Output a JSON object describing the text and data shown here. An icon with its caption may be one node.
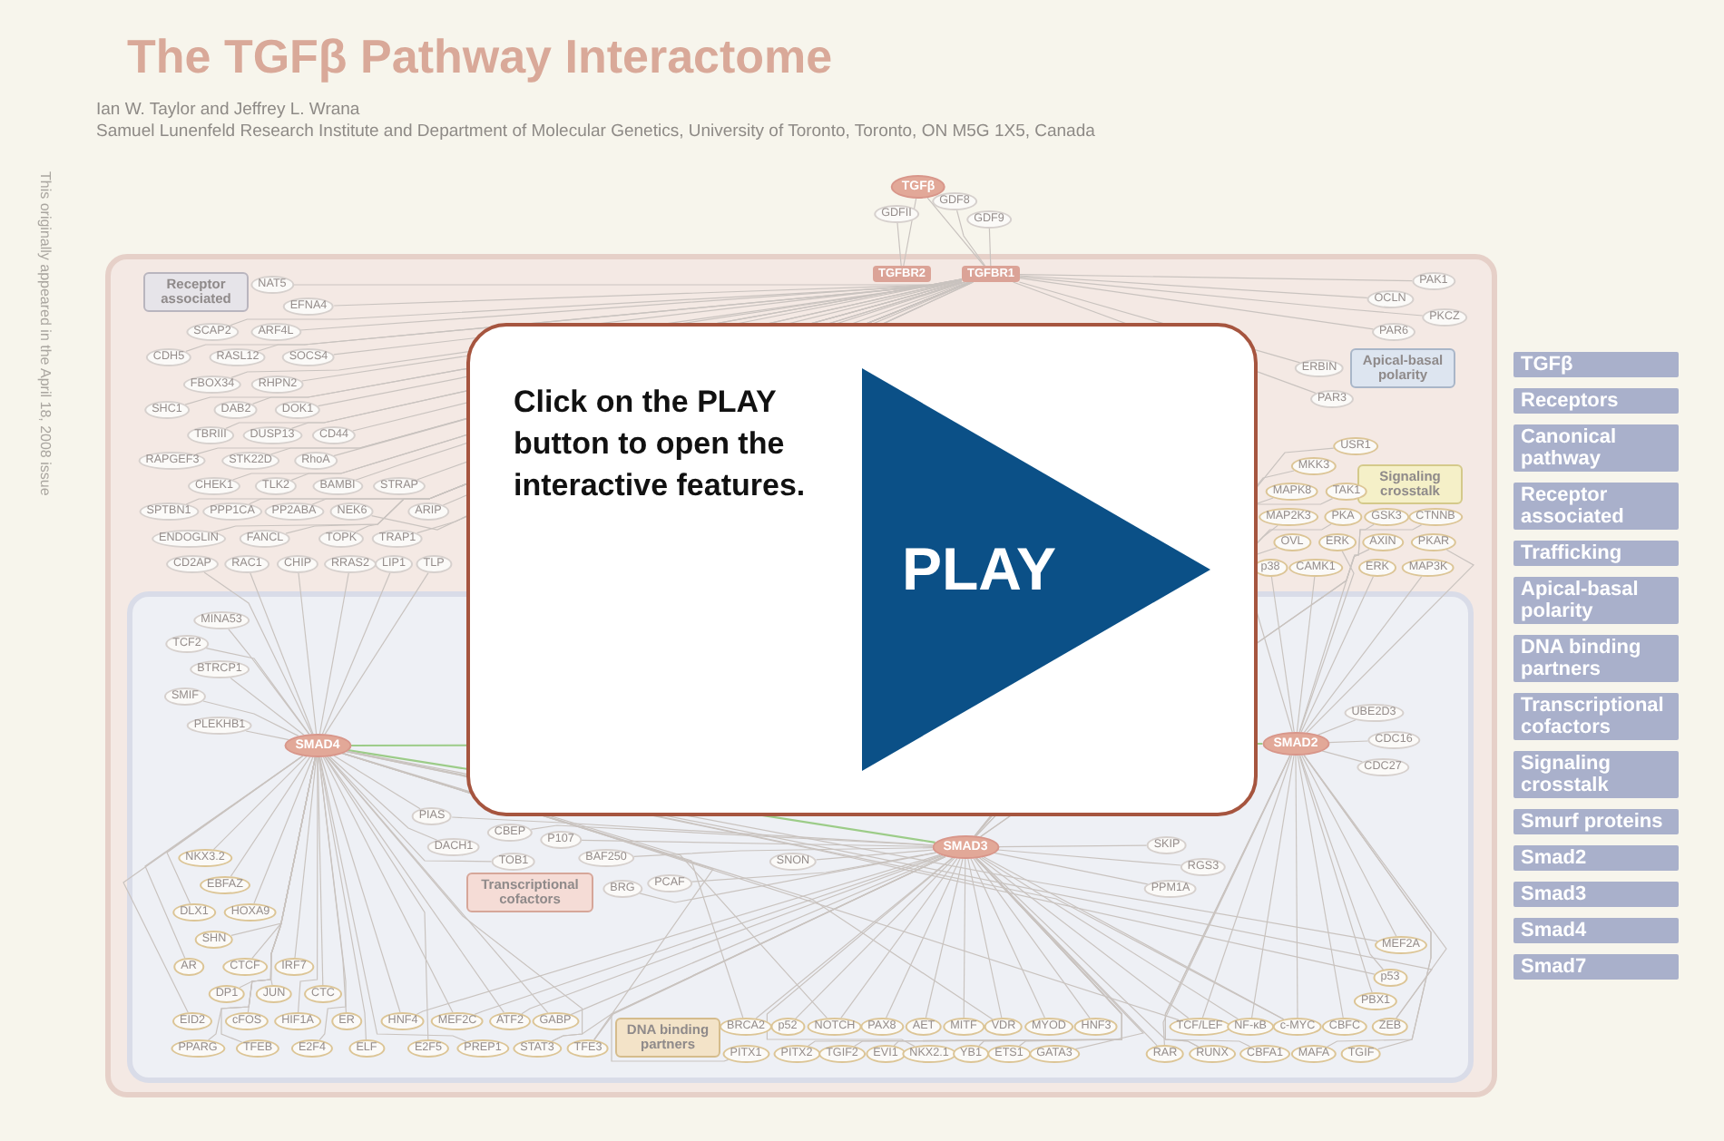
{
  "diagram": {
    "title": "The TGFβ Pathway Interactome",
    "nodes": [
      {
        "text": [],
        "shape": "box"
      },
      {
        "text": [
          "TGFβ"
        ]
      },
      {
        "text": [
          "GDFII"
        ]
      },
      {
        "text": [
          "GDF8"
        ]
      },
      {
        "text": [
          "GDF9"
        ]
      },
      {
        "text": [
          "TGFBR2"
        ],
        "in": 0
      },
      {
        "text": [
          "TGFBR1"
        ],
        "in": 0
      },
      {
        "text": [
          "Receptor associated"
        ],
        "in": 0
      },
      {
        "text": [
          "NAT5"
        ],
        "in": 0
      },
      {
        "text": [
          "EFNA4"
        ],
        "in": 0
      },
      {
        "text": [
          "SCAP2"
        ],
        "in": 0
      },
      {
        "text": [
          "ARF4L"
        ],
        "in": 0
      },
      {
        "text": [
          "CDH5"
        ],
        "in": 0
      },
      {
        "text": [
          "RASL12"
        ],
        "in": 0
      },
      {
        "text": [
          "SOCS4"
        ],
        "in": 0
      },
      {
        "text": [
          "FBOX34"
        ],
        "in": 0
      },
      {
        "text": [
          "RHPN2"
        ],
        "in": 0
      },
      {
        "text": [
          "SHC1"
        ],
        "in": 0
      },
      {
        "text": [
          "DAB2"
        ],
        "in": 0
      },
      {
        "text": [
          "DOK1"
        ],
        "in": 0
      },
      {
        "text": [
          "TBRIII"
        ],
        "in": 0
      },
      {
        "text": [
          "DUSP13"
        ],
        "in": 0
      },
      {
        "text": [
          "CD44"
        ],
        "in": 0
      },
      {
        "text": [
          "RAPGEF3"
        ],
        "in": 0
      },
      {
        "text": [
          "STK22D"
        ],
        "in": 0
      },
      {
        "text": [
          "RhoA"
        ],
        "in": 0
      },
      {
        "text": [
          "CHEK1"
        ],
        "in": 0
      },
      {
        "text": [
          "TLK2"
        ],
        "in": 0
      },
      {
        "text": [
          "BAMBI"
        ],
        "in": 0
      },
      {
        "text": [
          "STRAP"
        ],
        "in": 0
      },
      {
        "text": [
          "SPTBN1"
        ],
        "in": 0
      },
      {
        "text": [
          "PPP1CA"
        ],
        "in": 0
      },
      {
        "text": [
          "PP2ABA"
        ],
        "in": 0
      },
      {
        "text": [
          "NEK6"
        ],
        "in": 0
      },
      {
        "text": [
          "ARIP"
        ],
        "in": 0
      },
      {
        "text": [
          "ENDOGLIN"
        ],
        "in": 0
      },
      {
        "text": [
          "FANCL"
        ],
        "in": 0
      },
      {
        "text": [
          "TOPK"
        ],
        "in": 0
      },
      {
        "text": [
          "TRAP1"
        ],
        "in": 0
      },
      {
        "text": [
          "CD2AP"
        ],
        "in": 0
      },
      {
        "text": [
          "RAC1"
        ],
        "in": 0
      },
      {
        "text": [
          "CHIP"
        ],
        "in": 0
      },
      {
        "text": [
          "RRAS2"
        ],
        "in": 0
      },
      {
        "text": [
          "LIP1"
        ],
        "in": 0
      },
      {
        "text": [
          "TLP"
        ],
        "in": 0
      },
      {
        "text": [
          "PAK1"
        ],
        "in": 0
      },
      {
        "text": [
          "OCLN"
        ],
        "in": 0
      },
      {
        "text": [
          "PKCZ"
        ],
        "in": 0
      },
      {
        "text": [
          "PAR6"
        ],
        "in": 0
      },
      {
        "text": [
          "Apical-basal polarity"
        ],
        "in": 0
      },
      {
        "text": [
          "ERBIN"
        ],
        "in": 0
      },
      {
        "text": [
          "PAR3"
        ],
        "in": 0
      },
      {
        "text": [
          "USR1"
        ],
        "in": 0
      },
      {
        "text": [
          "MKK3"
        ],
        "in": 0
      },
      {
        "text": [
          "Signaling crosstalk"
        ],
        "in": 0
      },
      {
        "text": [
          "MAPK8"
        ],
        "in": 0
      },
      {
        "text": [
          "TAK1"
        ],
        "in": 0
      },
      {
        "text": [
          "MAP2K3"
        ],
        "in": 0
      },
      {
        "text": [
          "PKA"
        ],
        "in": 0
      },
      {
        "text": [
          "GSK3"
        ],
        "in": 0
      },
      {
        "text": [
          "CTNNB"
        ],
        "in": 0
      },
      {
        "text": [
          "OVL"
        ],
        "in": 0
      },
      {
        "text": [
          "ERK"
        ],
        "in": 0
      },
      {
        "text": [
          "AXIN"
        ],
        "in": 0
      },
      {
        "text": [
          "PKAR"
        ],
        "in": 0
      },
      {
        "text": [
          "p38"
        ],
        "in": 0
      },
      {
        "text": [
          "CAMK1"
        ],
        "in": 0
      },
      {
        "text": [
          "ERK"
        ],
        "in": 0
      },
      {
        "text": [
          "MAP3K"
        ],
        "in": 0
      },
      {
        "text": [],
        "shape": "box",
        "in": 0
      },
      {
        "text": [
          "MINA53"
        ],
        "in": 69
      },
      {
        "text": [
          "TCF2"
        ],
        "in": 69
      },
      {
        "text": [
          "BTRCP1"
        ],
        "in": 69
      },
      {
        "text": [
          "SMIF"
        ],
        "in": 69
      },
      {
        "text": [
          "PLEKHB1"
        ],
        "in": 69
      },
      {
        "text": [
          "SMAD4"
        ],
        "in": 69
      },
      {
        "text": [
          "SMAD2"
        ],
        "in": 69
      },
      {
        "text": [
          "UBE2D3"
        ],
        "in": 69
      },
      {
        "text": [
          "CDC16"
        ],
        "in": 69
      },
      {
        "text": [
          "CDC27"
        ],
        "in": 69
      },
      {
        "text": [
          "PIAS"
        ],
        "in": 69
      },
      {
        "text": [
          "CBEP"
        ],
        "in": 69
      },
      {
        "text": [
          "DACH1"
        ],
        "in": 69
      },
      {
        "text": [
          "TOB1"
        ],
        "in": 69
      },
      {
        "text": [
          "P107"
        ],
        "in": 69
      },
      {
        "text": [
          "BAF250"
        ],
        "in": 69
      },
      {
        "text": [
          "SNON"
        ],
        "in": 69
      },
      {
        "text": [
          "SMAD3"
        ],
        "in": 69
      },
      {
        "text": [
          "SKIP"
        ],
        "in": 69
      },
      {
        "text": [
          "RGS3"
        ],
        "in": 69
      },
      {
        "text": [
          "PPM1A"
        ],
        "in": 69
      },
      {
        "text": [
          "Transcriptional cofactors"
        ],
        "in": 69
      },
      {
        "text": [
          "BRG"
        ],
        "in": 69
      },
      {
        "text": [
          "PCAF"
        ],
        "in": 69
      },
      {
        "text": [
          "NKX3.2"
        ],
        "in": 69
      },
      {
        "text": [
          "EBFAZ"
        ],
        "in": 69
      },
      {
        "text": [
          "DLX1"
        ],
        "in": 69
      },
      {
        "text": [
          "HOXA9"
        ],
        "in": 69
      },
      {
        "text": [
          "SHN"
        ],
        "in": 69
      },
      {
        "text": [
          "MEF2A"
        ],
        "in": 69
      },
      {
        "text": [
          "p53"
        ],
        "in": 69
      },
      {
        "text": [
          "PBX1"
        ],
        "in": 69
      },
      {
        "text": [
          "AR"
        ],
        "in": 69
      },
      {
        "text": [
          "CTCF"
        ],
        "in": 69
      },
      {
        "text": [
          "IRF7"
        ],
        "in": 69
      },
      {
        "text": [
          "DP1"
        ],
        "in": 69
      },
      {
        "text": [
          "JUN"
        ],
        "in": 69
      },
      {
        "text": [
          "CTC"
        ],
        "in": 69
      },
      {
        "text": [
          "EID2"
        ],
        "in": 69
      },
      {
        "text": [
          "cFOS"
        ],
        "in": 69
      },
      {
        "text": [
          "HIF1A"
        ],
        "in": 69
      },
      {
        "text": [
          "ER"
        ],
        "in": 69
      },
      {
        "text": [
          "HNF4"
        ],
        "in": 69
      },
      {
        "text": [
          "MEF2C"
        ],
        "in": 69
      },
      {
        "text": [
          "ATF2"
        ],
        "in": 69
      },
      {
        "text": [
          "GABP"
        ],
        "in": 69
      },
      {
        "text": [
          "DNA binding partners"
        ],
        "in": 69
      },
      {
        "text": [
          "BRCA2"
        ],
        "in": 69
      },
      {
        "text": [
          "p52"
        ],
        "in": 69
      },
      {
        "text": [
          "NOTCH"
        ],
        "in": 69
      },
      {
        "text": [
          "PAX8"
        ],
        "in": 69
      },
      {
        "text": [
          "AET"
        ],
        "in": 69
      },
      {
        "text": [
          "MITF"
        ],
        "in": 69
      },
      {
        "text": [
          "VDR"
        ],
        "in": 69
      },
      {
        "text": [
          "MYOD"
        ],
        "in": 69
      },
      {
        "text": [
          "HNF3"
        ],
        "in": 69
      },
      {
        "text": [
          "TCF/LEF"
        ],
        "in": 69
      },
      {
        "text": [
          "NF-κB"
        ],
        "in": 69
      },
      {
        "text": [
          "c-MYC"
        ],
        "in": 69
      },
      {
        "text": [
          "CBFC"
        ],
        "in": 69
      },
      {
        "text": [
          "ZEB"
        ],
        "in": 69
      },
      {
        "text": [
          "PPARG"
        ],
        "in": 69
      },
      {
        "text": [
          "TFEB"
        ],
        "in": 69
      },
      {
        "text": [
          "E2F4"
        ],
        "in": 69
      },
      {
        "text": [
          "ELF"
        ],
        "in": 69
      },
      {
        "text": [
          "E2F5"
        ],
        "in": 69
      },
      {
        "text": [
          "PREP1"
        ],
        "in": 69
      },
      {
        "text": [
          "STAT3"
        ],
        "in": 69
      },
      {
        "text": [
          "TFE3"
        ],
        "in": 69
      },
      {
        "text": [
          "PITX1"
        ],
        "in": 69
      },
      {
        "text": [
          "PITX2"
        ],
        "in": 69
      },
      {
        "text": [
          "TGIF2"
        ],
        "in": 69
      },
      {
        "text": [
          "EVI1"
        ],
        "in": 69
      },
      {
        "text": [
          "NKX2.1"
        ],
        "in": 69
      },
      {
        "text": [
          "YB1"
        ],
        "in": 69
      },
      {
        "text": [
          "ETS1"
        ],
        "in": 69
      },
      {
        "text": [
          "GATA3"
        ],
        "in": 69
      },
      {
        "text": [
          "RAR"
        ],
        "in": 69
      },
      {
        "text": [
          "RUNX"
        ],
        "in": 69
      },
      {
        "text": [
          "CBFA1"
        ],
        "in": 69
      },
      {
        "text": [
          "MAFA"
        ],
        "in": 69
      },
      {
        "text": [
          "TGIF"
        ],
        "in": 69
      }
    ],
    "edges": [
      {
        "from": 1,
        "to": 5,
        "arrow": "none"
      },
      {
        "from": 1,
        "to": 6,
        "arrow": "none"
      },
      {
        "from": 2,
        "to": 5,
        "arrow": "none"
      },
      {
        "from": 3,
        "to": 6,
        "arrow": "none"
      },
      {
        "from": 4,
        "to": 6,
        "arrow": "none"
      },
      {
        "from": 8,
        "to": 6,
        "arrow": "none"
      },
      {
        "from": 9,
        "to": 6,
        "arrow": "none"
      },
      {
        "from": 10,
        "to": 6,
        "arrow": "none"
      },
      {
        "from": 11,
        "to": 6,
        "arrow": "none"
      },
      {
        "from": 12,
        "to": 6,
        "arrow": "none"
      },
      {
        "from": 13,
        "to": 6,
        "arrow": "none"
      },
      {
        "from": 14,
        "to": 6,
        "arrow": "none"
      },
      {
        "from": 15,
        "to": 6,
        "arrow": "none"
      },
      {
        "from": 16,
        "to": 6,
        "arrow": "none"
      },
      {
        "from": 17,
        "to": 6,
        "arrow": "none"
      },
      {
        "from": 18,
        "to": 6,
        "arrow": "none"
      },
      {
        "from": 19,
        "to": 6,
        "arrow": "none"
      },
      {
        "from": 20,
        "to": 6,
        "arrow": "none"
      },
      {
        "from": 21,
        "to": 6,
        "arrow": "none"
      },
      {
        "from": 22,
        "to": 6,
        "arrow": "none"
      },
      {
        "from": 23,
        "to": 6,
        "arrow": "none"
      },
      {
        "from": 24,
        "to": 6,
        "arrow": "none"
      },
      {
        "from": 25,
        "to": 6,
        "arrow": "none"
      },
      {
        "from": 26,
        "to": 6,
        "arrow": "none"
      },
      {
        "from": 27,
        "to": 6,
        "arrow": "none"
      },
      {
        "from": 28,
        "to": 6,
        "arrow": "none"
      },
      {
        "from": 29,
        "to": 6,
        "arrow": "none"
      },
      {
        "from": 30,
        "to": 6,
        "arrow": "none"
      },
      {
        "from": 31,
        "to": 6,
        "arrow": "none"
      },
      {
        "from": 32,
        "to": 6,
        "arrow": "none"
      },
      {
        "from": 33,
        "to": 6,
        "arrow": "none"
      },
      {
        "from": 34,
        "to": 6,
        "arrow": "none"
      },
      {
        "from": 35,
        "to": 6,
        "arrow": "none"
      },
      {
        "from": 36,
        "to": 6,
        "arrow": "none"
      },
      {
        "from": 37,
        "to": 6,
        "arrow": "none"
      },
      {
        "from": 38,
        "to": 6,
        "arrow": "none"
      },
      {
        "from": 39,
        "to": 75,
        "arrow": "none"
      },
      {
        "from": 40,
        "to": 75,
        "arrow": "none"
      },
      {
        "from": 41,
        "to": 75,
        "arrow": "none"
      },
      {
        "from": 42,
        "to": 75,
        "arrow": "none"
      },
      {
        "from": 43,
        "to": 75,
        "arrow": "none"
      },
      {
        "from": 44,
        "to": 75,
        "arrow": "none"
      },
      {
        "from": 45,
        "to": 6,
        "arrow": "none"
      },
      {
        "from": 46,
        "to": 6,
        "arrow": "none"
      },
      {
        "from": 47,
        "to": 6,
        "arrow": "none"
      },
      {
        "from": 48,
        "to": 6,
        "arrow": "none"
      },
      {
        "from": 50,
        "to": 6,
        "arrow": "none"
      },
      {
        "from": 51,
        "to": 6,
        "arrow": "none"
      },
      {
        "from": 52,
        "to": 87,
        "arrow": "none"
      },
      {
        "from": 53,
        "to": 87,
        "arrow": "none"
      },
      {
        "from": 55,
        "to": 87,
        "arrow": "none"
      },
      {
        "from": 56,
        "to": 87,
        "arrow": "none"
      },
      {
        "from": 57,
        "to": 87,
        "arrow": "none"
      },
      {
        "from": 58,
        "to": 87,
        "arrow": "none"
      },
      {
        "from": 59,
        "to": 87,
        "arrow": "none"
      },
      {
        "from": 60,
        "to": 87,
        "arrow": "none"
      },
      {
        "from": 61,
        "to": 76,
        "arrow": "none"
      },
      {
        "from": 62,
        "to": 76,
        "arrow": "none"
      },
      {
        "from": 63,
        "to": 76,
        "arrow": "none"
      },
      {
        "from": 64,
        "to": 76,
        "arrow": "none"
      },
      {
        "from": 65,
        "to": 76,
        "arrow": "none"
      },
      {
        "from": 66,
        "to": 76,
        "arrow": "none"
      },
      {
        "from": 67,
        "to": 76,
        "arrow": "none"
      },
      {
        "from": 68,
        "to": 76,
        "arrow": "none"
      },
      {
        "from": 70,
        "to": 75,
        "arrow": "none"
      },
      {
        "from": 71,
        "to": 75,
        "arrow": "none"
      },
      {
        "from": 72,
        "to": 75,
        "arrow": "none"
      },
      {
        "from": 73,
        "to": 75,
        "arrow": "none"
      },
      {
        "from": 74,
        "to": 75,
        "arrow": "none"
      },
      {
        "from": 75,
        "to": 76,
        "arrow": "none",
        "color": "#9ccc88"
      },
      {
        "from": 75,
        "to": 87,
        "arrow": "none",
        "color": "#9ccc88"
      },
      {
        "from": 76,
        "to": 77,
        "arrow": "none"
      },
      {
        "from": 76,
        "to": 78,
        "arrow": "none"
      },
      {
        "from": 76,
        "to": 79,
        "arrow": "none"
      },
      {
        "from": 76,
        "to": 99,
        "arrow": "none"
      },
      {
        "from": 76,
        "to": 100,
        "arrow": "none"
      },
      {
        "from": 76,
        "to": 101,
        "arrow": "none"
      },
      {
        "from": 76,
        "to": 126,
        "arrow": "none"
      },
      {
        "from": 76,
        "to": 127,
        "arrow": "none"
      },
      {
        "from": 76,
        "to": 128,
        "arrow": "none"
      },
      {
        "from": 76,
        "to": 129,
        "arrow": "none"
      },
      {
        "from": 76,
        "to": 130,
        "arrow": "none"
      },
      {
        "from": 76,
        "to": 147,
        "arrow": "none"
      },
      {
        "from": 76,
        "to": 148,
        "arrow": "none"
      },
      {
        "from": 76,
        "to": 149,
        "arrow": "none"
      },
      {
        "from": 76,
        "to": 150,
        "arrow": "none"
      },
      {
        "from": 76,
        "to": 151,
        "arrow": "none"
      },
      {
        "from": 87,
        "to": 80,
        "arrow": "none"
      },
      {
        "from": 87,
        "to": 81,
        "arrow": "none"
      },
      {
        "from": 87,
        "to": 84,
        "arrow": "none"
      },
      {
        "from": 87,
        "to": 85,
        "arrow": "none"
      },
      {
        "from": 87,
        "to": 86,
        "arrow": "none"
      },
      {
        "from": 87,
        "to": 88,
        "arrow": "none"
      },
      {
        "from": 87,
        "to": 89,
        "arrow": "none"
      },
      {
        "from": 87,
        "to": 90,
        "arrow": "none"
      },
      {
        "from": 87,
        "to": 92,
        "arrow": "none"
      },
      {
        "from": 87,
        "to": 93,
        "arrow": "none"
      },
      {
        "from": 87,
        "to": 117,
        "arrow": "none"
      },
      {
        "from": 87,
        "to": 118,
        "arrow": "none"
      },
      {
        "from": 87,
        "to": 119,
        "arrow": "none"
      },
      {
        "from": 87,
        "to": 120,
        "arrow": "none"
      },
      {
        "from": 87,
        "to": 121,
        "arrow": "none"
      },
      {
        "from": 87,
        "to": 122,
        "arrow": "none"
      },
      {
        "from": 87,
        "to": 123,
        "arrow": "none"
      },
      {
        "from": 87,
        "to": 124,
        "arrow": "none"
      },
      {
        "from": 87,
        "to": 125,
        "arrow": "none"
      },
      {
        "from": 87,
        "to": 126,
        "arrow": "none"
      },
      {
        "from": 87,
        "to": 127,
        "arrow": "none"
      },
      {
        "from": 87,
        "to": 128,
        "arrow": "none"
      },
      {
        "from": 87,
        "to": 139,
        "arrow": "none"
      },
      {
        "from": 87,
        "to": 140,
        "arrow": "none"
      },
      {
        "from": 87,
        "to": 141,
        "arrow": "none"
      },
      {
        "from": 87,
        "to": 142,
        "arrow": "none"
      },
      {
        "from": 87,
        "to": 143,
        "arrow": "none"
      },
      {
        "from": 87,
        "to": 144,
        "arrow": "none"
      },
      {
        "from": 87,
        "to": 145,
        "arrow": "none"
      },
      {
        "from": 87,
        "to": 146,
        "arrow": "none"
      },
      {
        "from": 87,
        "to": 147,
        "arrow": "none"
      },
      {
        "from": 87,
        "to": 148,
        "arrow": "none"
      },
      {
        "from": 87,
        "to": 112,
        "arrow": "none"
      },
      {
        "from": 87,
        "to": 113,
        "arrow": "none"
      },
      {
        "from": 87,
        "to": 114,
        "arrow": "none"
      },
      {
        "from": 87,
        "to": 115,
        "arrow": "none"
      },
      {
        "from": 87,
        "to": 137,
        "arrow": "none"
      },
      {
        "from": 87,
        "to": 138,
        "arrow": "none"
      },
      {
        "from": 75,
        "to": 80,
        "arrow": "none"
      },
      {
        "from": 75,
        "to": 82,
        "arrow": "none"
      },
      {
        "from": 75,
        "to": 83,
        "arrow": "none"
      },
      {
        "from": 75,
        "to": 94,
        "arrow": "none"
      },
      {
        "from": 75,
        "to": 95,
        "arrow": "none"
      },
      {
        "from": 75,
        "to": 96,
        "arrow": "none"
      },
      {
        "from": 75,
        "to": 97,
        "arrow": "none"
      },
      {
        "from": 75,
        "to": 98,
        "arrow": "none"
      },
      {
        "from": 75,
        "to": 102,
        "arrow": "none"
      },
      {
        "from": 75,
        "to": 103,
        "arrow": "none"
      },
      {
        "from": 75,
        "to": 104,
        "arrow": "none"
      },
      {
        "from": 75,
        "to": 105,
        "arrow": "none"
      },
      {
        "from": 75,
        "to": 106,
        "arrow": "none"
      },
      {
        "from": 75,
        "to": 107,
        "arrow": "none"
      },
      {
        "from": 75,
        "to": 108,
        "arrow": "none"
      },
      {
        "from": 75,
        "to": 109,
        "arrow": "none"
      },
      {
        "from": 75,
        "to": 110,
        "arrow": "none"
      },
      {
        "from": 75,
        "to": 111,
        "arrow": "none"
      },
      {
        "from": 75,
        "to": 112,
        "arrow": "none"
      },
      {
        "from": 75,
        "to": 113,
        "arrow": "none"
      },
      {
        "from": 75,
        "to": 114,
        "arrow": "none"
      },
      {
        "from": 75,
        "to": 115,
        "arrow": "none"
      },
      {
        "from": 75,
        "to": 131,
        "arrow": "none"
      },
      {
        "from": 75,
        "to": 132,
        "arrow": "none"
      },
      {
        "from": 75,
        "to": 133,
        "arrow": "none"
      },
      {
        "from": 75,
        "to": 134,
        "arrow": "none"
      },
      {
        "from": 75,
        "to": 135,
        "arrow": "none"
      },
      {
        "from": 75,
        "to": 136,
        "arrow": "none"
      },
      {
        "from": 75,
        "to": 137,
        "arrow": "none"
      },
      {
        "from": 75,
        "to": 138,
        "arrow": "none"
      },
      {
        "from": 75,
        "to": 117,
        "arrow": "none"
      },
      {
        "from": 75,
        "to": 119,
        "arrow": "none"
      },
      {
        "from": 75,
        "to": 123,
        "arrow": "none"
      },
      {
        "from": 75,
        "to": 126,
        "arrow": "none"
      },
      {
        "from": 75,
        "to": 128,
        "arrow": "none"
      },
      {
        "from": 75,
        "to": 130,
        "arrow": "none"
      },
      {
        "from": 75,
        "to": 99,
        "arrow": "none"
      },
      {
        "from": 75,
        "to": 100,
        "arrow": "none"
      }
    ],
    "labels": [
      "Ian W. Taylor and Jeffrey L. Wrana",
      "Samuel Lunenfeld Research Institute and Department of Molecular Genetics, University of Toronto, Toronto, ON M5G 1X5, Canada",
      "This originally appeared in the April 18, 2008 issue",
      "Click on the PLAY button to open the interactive features.",
      "PLAY",
      "TGFβ",
      "Receptors",
      "Canonical pathway",
      "Receptor associated",
      "Trafficking",
      "Apical-basal polarity",
      "DNA binding partners",
      "Transcriptional cofactors",
      "Signaling crosstalk",
      "Smurf proteins",
      "Smad2",
      "Smad3",
      "Smad4",
      "Smad7"
    ]
  }
}
